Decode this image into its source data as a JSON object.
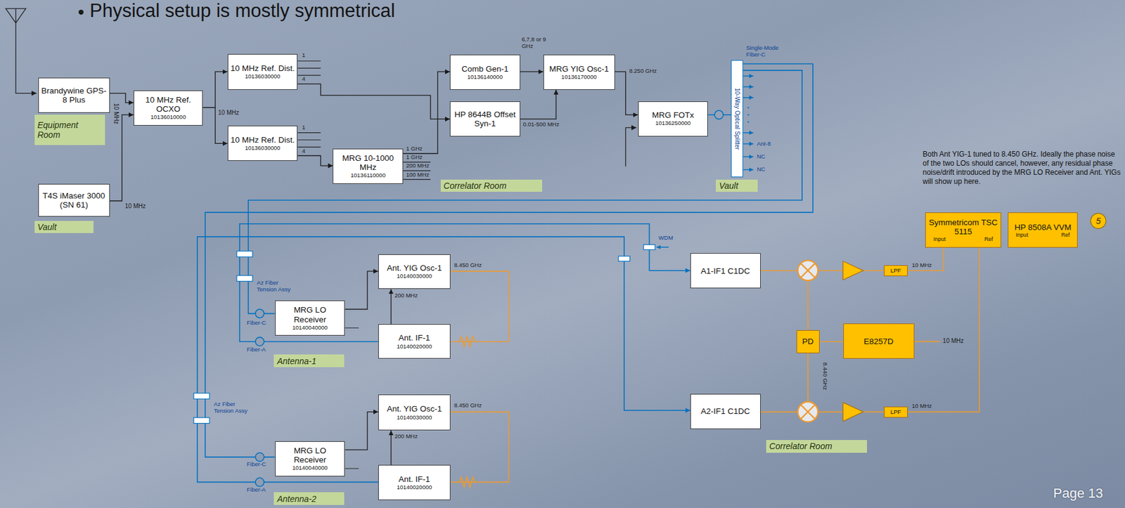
{
  "diagram": {
    "title": "Physical setup is mostly symmetrical",
    "nodes": [
      {
        "text": [
          "Brandywine GPS-8 Plus"
        ]
      },
      {
        "text": [
          "10 MHz Ref. OCXO",
          "10136010000"
        ]
      },
      {
        "text": [
          "10 MHz Ref. Dist.",
          "10136030000"
        ]
      },
      {
        "text": [
          "10 MHz Ref. Dist.",
          "10136030000"
        ]
      },
      {
        "text": [
          "MRG 10-1000 MHz",
          "10136110000"
        ]
      },
      {
        "text": [
          "Comb Gen-1",
          "10136140000"
        ]
      },
      {
        "text": [
          "HP 8644B Offset Syn-1"
        ]
      },
      {
        "text": [
          "MRG YIG Osc-1",
          "10136170000"
        ]
      },
      {
        "text": [
          "MRG FOTx",
          "10136250000"
        ]
      },
      {
        "text": [
          "10-Way Optical Splitter"
        ]
      },
      {
        "text": [
          "T4S iMaser 3000 (SN 61)"
        ]
      },
      {
        "text": [
          "Ant. YIG Osc-1",
          "10140030000"
        ]
      },
      {
        "text": [
          "MRG LO Receiver",
          "10140040000"
        ]
      },
      {
        "text": [
          "Ant. IF-1",
          "10140020000"
        ]
      },
      {
        "text": [
          "Ant. YIG Osc-1",
          "10140030000"
        ]
      },
      {
        "text": [
          "MRG LO Receiver",
          "10140040000"
        ]
      },
      {
        "text": [
          "Ant. IF-1",
          "10140020000"
        ]
      },
      {
        "text": [
          "A1-IF1 C1DC"
        ]
      },
      {
        "text": [
          "A2-IF1 C1DC"
        ]
      },
      {
        "text": [
          "PD"
        ]
      },
      {
        "text": [
          "E8257D"
        ]
      },
      {
        "text": [
          "Symmetricom TSC 5115",
          "Input",
          "Ref"
        ]
      },
      {
        "text": [
          "HP 8508A VVM",
          "Input",
          "Ref"
        ]
      },
      {
        "text": [
          "LPF"
        ]
      },
      {
        "text": [
          "LPF"
        ]
      },
      {
        "text": [
          "5"
        ]
      },
      {
        "text": [
          "Equipment Room"
        ]
      },
      {
        "text": [
          "Vault"
        ]
      },
      {
        "text": [
          "Correlator Room"
        ]
      },
      {
        "text": [
          "Vault"
        ]
      },
      {
        "text": [
          "Antenna-1"
        ]
      },
      {
        "text": [
          "Antenna-2"
        ]
      },
      {
        "text": [
          "Correlator Room"
        ]
      }
    ],
    "edges": [
      {
        "from": 0,
        "to": 1,
        "arrow": "to",
        "label": "10 MHz"
      },
      {
        "from": 10,
        "to": 1,
        "arrow": "to",
        "label": "10 MHz"
      },
      {
        "from": 1,
        "to": 2,
        "arrow": "to"
      },
      {
        "from": 1,
        "to": 3,
        "arrow": "to"
      },
      {
        "from": 2,
        "to": 6,
        "arrow": "to"
      },
      {
        "from": 4,
        "to": 5,
        "arrow": "to"
      },
      {
        "from": 3,
        "to": 4,
        "arrow": "to"
      },
      {
        "from": 5,
        "to": 7,
        "arrow": "to",
        "label": "6,7,8 or 9 GHz"
      },
      {
        "from": 6,
        "to": 7,
        "arrow": "to",
        "label": "0.01-500 MHz"
      },
      {
        "from": 7,
        "to": 8,
        "arrow": "to",
        "label": "8.250 GHz"
      },
      {
        "from": 8,
        "to": 9,
        "arrow": "none"
      },
      {
        "from": 9,
        "to": 12,
        "arrow": "none"
      },
      {
        "from": 9,
        "to": 15,
        "arrow": "none"
      },
      {
        "from": 13,
        "to": 17,
        "arrow": "to"
      },
      {
        "from": 16,
        "to": 18,
        "arrow": "to"
      },
      {
        "from": 12,
        "to": 11,
        "arrow": "to"
      },
      {
        "from": 13,
        "to": 11,
        "arrow": "to",
        "label": "200 MHz"
      },
      {
        "from": 11,
        "to": 13,
        "arrow": "none",
        "label": "8.450 GHz"
      },
      {
        "from": 15,
        "to": 14,
        "arrow": "to"
      },
      {
        "from": 16,
        "to": 14,
        "arrow": "to",
        "label": "200 MHz"
      },
      {
        "from": 14,
        "to": 16,
        "arrow": "none",
        "label": "8.450 GHz"
      },
      {
        "from": 17,
        "to": 23,
        "arrow": "none"
      },
      {
        "from": 18,
        "to": 24,
        "arrow": "none"
      },
      {
        "from": 23,
        "to": 21,
        "arrow": "none",
        "label": "10 MHz"
      },
      {
        "from": 24,
        "to": 21,
        "arrow": "none",
        "label": "10 MHz"
      },
      {
        "from": 20,
        "to": 19,
        "arrow": "none"
      }
    ],
    "labels": [
      "Page 13",
      "Both Ant YIG-1 tuned to 8.450 GHz. Ideally the phase noise of the two LOs should cancel, however, any residual phase noise/drift introduced by the MRG LO Receiver and Ant. YIGs will show up here.",
      "10 MHz",
      "1",
      "4",
      "1",
      "4",
      "1 GHz",
      "1 GHz",
      "200 MHz",
      "100 MHz",
      "Single-Mode Fiber-C",
      "Ant-8",
      "NC",
      "NC",
      "Az Fiber Tension Assy",
      "Fiber-C",
      "Fiber-A",
      "Az Fiber Tension Assy",
      "Fiber-C",
      "Fiber-A",
      "WDM",
      "8.440 GHz",
      "10 MHz"
    ]
  }
}
